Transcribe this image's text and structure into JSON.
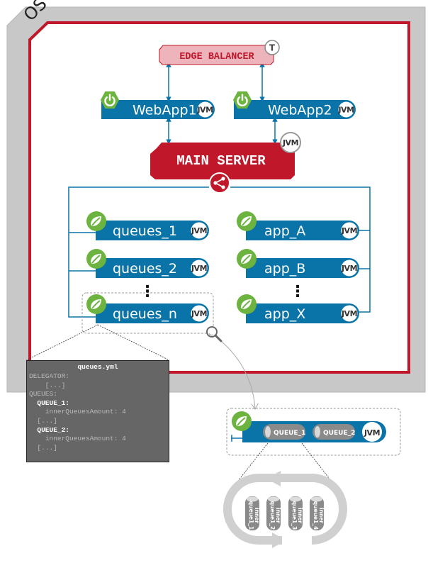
{
  "os": {
    "label": "OS"
  },
  "edge_balancer": {
    "label": "EDGE BALANCER",
    "badge": "T"
  },
  "webapps": [
    {
      "label": "WebApp1",
      "runtime": "JVM"
    },
    {
      "label": "WebApp2",
      "runtime": "JVM"
    }
  ],
  "main_server": {
    "label": "MAIN SERVER",
    "runtime": "JVM",
    "share_icon": "share-icon"
  },
  "queue_services": [
    {
      "label": "queues_1",
      "runtime": "JVM"
    },
    {
      "label": "queues_2",
      "runtime": "JVM"
    },
    {
      "label": "queues_n",
      "runtime": "JVM"
    }
  ],
  "app_services": [
    {
      "label": "app_A",
      "runtime": "JVM"
    },
    {
      "label": "app_B",
      "runtime": "JVM"
    },
    {
      "label": "app_X",
      "runtime": "JVM"
    }
  ],
  "ellipsis": "⋮",
  "yaml_file": {
    "title": "queues.yml",
    "lines": [
      {
        "text": "DELEGATOR:",
        "kind": "plain"
      },
      {
        "text": "    [...]",
        "kind": "plain"
      },
      {
        "text": "QUEUES:",
        "kind": "plain"
      },
      {
        "text": "  QUEUE_1:",
        "kind": "key"
      },
      {
        "text": "    innerQueuesAmount: 4",
        "kind": "plain"
      },
      {
        "text": "  [...]",
        "kind": "plain"
      },
      {
        "text": "  QUEUE_2:",
        "kind": "key"
      },
      {
        "text": "    innerQueuesAmount: 4",
        "kind": "plain"
      },
      {
        "text": "  [...]",
        "kind": "plain"
      }
    ]
  },
  "zoomed_service": {
    "runtime": "JVM",
    "queues": [
      "QUEUE_1",
      "QUEUE_2"
    ]
  },
  "inner_queues": [
    {
      "line1": "inner",
      "line2": "queue1_1"
    },
    {
      "line1": "inner",
      "line2": "queue1_2"
    },
    {
      "line1": "inner",
      "line2": "queue1_3"
    },
    {
      "line1": "inner",
      "line2": "queue1_4"
    }
  ],
  "colors": {
    "os_gray": "#c8c8c8",
    "boundary_red": "#c0172a",
    "service_blue": "#0a74a8",
    "edge_pink": "#eeb4bb",
    "spring_green": "#6db33f",
    "queue_gray": "#8a8a8a"
  }
}
